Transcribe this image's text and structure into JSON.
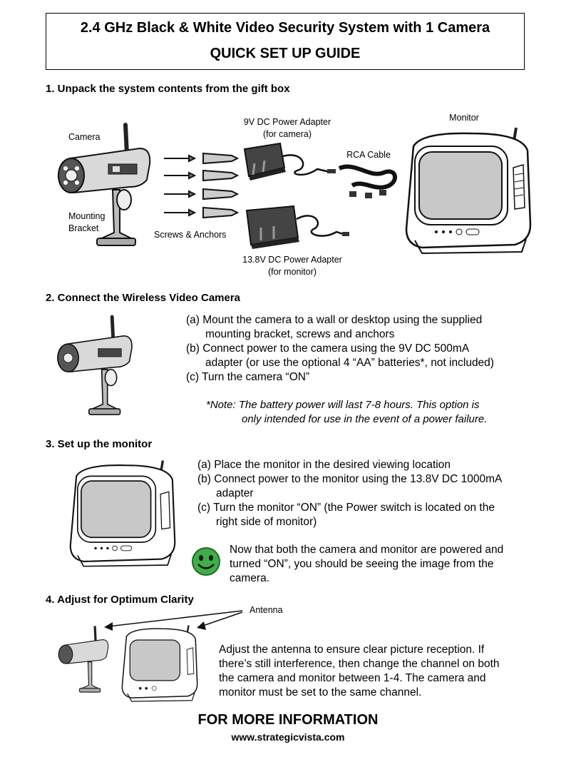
{
  "header": {
    "title": "2.4 GHz Black & White Video Security System with 1 Camera",
    "subtitle": "QUICK SET UP GUIDE"
  },
  "step1": {
    "heading": "1. Unpack the system contents from the gift box",
    "labels": {
      "camera": "Camera",
      "adapter9_line1": "9V DC Power Adapter",
      "adapter9_line2": "(for camera)",
      "monitor": "Monitor",
      "rca": "RCA Cable",
      "mount_line1": "Mounting",
      "mount_line2": "Bracket",
      "screws": "Screws & Anchors",
      "adapter13_line1": "13.8V DC Power Adapter",
      "adapter13_line2": "(for monitor)"
    }
  },
  "step2": {
    "heading": "2. Connect the Wireless Video Camera",
    "lines": [
      "(a) Mount the camera to a wall or desktop using the supplied",
      "mounting bracket, screws and anchors",
      "(b) Connect power to the camera using the 9V DC 500mA",
      "adapter (or use the optional 4 “AA” batteries*, not included)",
      "(c) Turn the camera “ON”"
    ],
    "note_line1": "*Note: The battery power will last 7-8 hours. This option is",
    "note_line2": "only intended for use in the event of a power failure."
  },
  "step3": {
    "heading": "3. Set up the monitor",
    "lines": [
      "(a) Place the monitor in the desired viewing location",
      "(b) Connect power to the monitor using the 13.8V DC 1000mA",
      "adapter",
      "(c) Turn the monitor “ON” (the Power switch is located on the",
      "right side of monitor)"
    ],
    "smiley_lines": [
      "Now that both the camera and monitor are powered and",
      "turned “ON”, you should be seeing the image from the",
      "camera."
    ]
  },
  "step4": {
    "heading": "4. Adjust for Optimum Clarity",
    "antenna_label": "Antenna",
    "lines": [
      "Adjust the antenna to ensure clear picture reception. If",
      "there’s still interference, then change the channel on both",
      "the camera and monitor between 1-4. The camera and",
      "monitor must be set to the same channel."
    ]
  },
  "footer": {
    "line1": "FOR MORE INFORMATION",
    "line2": "www.strategicvista.com"
  },
  "colors": {
    "smiley": "#3fae49"
  }
}
